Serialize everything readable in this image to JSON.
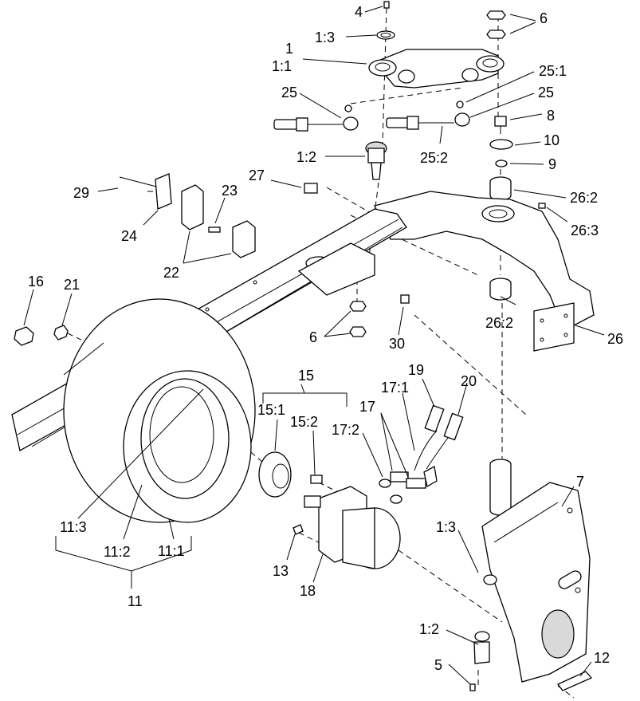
{
  "labels": [
    {
      "id": "l4",
      "text": "4"
    },
    {
      "id": "l6a",
      "text": "6"
    },
    {
      "id": "l1-3a",
      "text": "1:3"
    },
    {
      "id": "l1",
      "text": "1"
    },
    {
      "id": "l1-1",
      "text": "1:1"
    },
    {
      "id": "l25-1",
      "text": "25:1"
    },
    {
      "id": "l25a",
      "text": "25"
    },
    {
      "id": "l25b",
      "text": "25"
    },
    {
      "id": "l8",
      "text": "8"
    },
    {
      "id": "l1-2a",
      "text": "1:2"
    },
    {
      "id": "l10",
      "text": "10"
    },
    {
      "id": "l25-2",
      "text": "25:2"
    },
    {
      "id": "l9",
      "text": "9"
    },
    {
      "id": "l27",
      "text": "27"
    },
    {
      "id": "l29",
      "text": "29"
    },
    {
      "id": "l23",
      "text": "23"
    },
    {
      "id": "l26-2a",
      "text": "26:2"
    },
    {
      "id": "l24",
      "text": "24"
    },
    {
      "id": "l26-3",
      "text": "26:3"
    },
    {
      "id": "l22",
      "text": "22"
    },
    {
      "id": "l16",
      "text": "16"
    },
    {
      "id": "l21",
      "text": "21"
    },
    {
      "id": "l6b",
      "text": "6"
    },
    {
      "id": "l30",
      "text": "30"
    },
    {
      "id": "l26-2b",
      "text": "26:2"
    },
    {
      "id": "l26",
      "text": "26"
    },
    {
      "id": "l15",
      "text": "15"
    },
    {
      "id": "l19",
      "text": "19"
    },
    {
      "id": "l17-1",
      "text": "17:1"
    },
    {
      "id": "l20",
      "text": "20"
    },
    {
      "id": "l15-1",
      "text": "15:1"
    },
    {
      "id": "l15-2",
      "text": "15:2"
    },
    {
      "id": "l17",
      "text": "17"
    },
    {
      "id": "l17-2",
      "text": "17:2"
    },
    {
      "id": "l7",
      "text": "7"
    },
    {
      "id": "l11-3",
      "text": "11:3"
    },
    {
      "id": "l1-3b",
      "text": "1:3"
    },
    {
      "id": "l11-2",
      "text": "11:2"
    },
    {
      "id": "l11-1",
      "text": "11:1"
    },
    {
      "id": "l13",
      "text": "13"
    },
    {
      "id": "l11",
      "text": "11"
    },
    {
      "id": "l18",
      "text": "18"
    },
    {
      "id": "l1-2b",
      "text": "1:2"
    },
    {
      "id": "l12",
      "text": "12"
    },
    {
      "id": "l5",
      "text": "5"
    }
  ]
}
